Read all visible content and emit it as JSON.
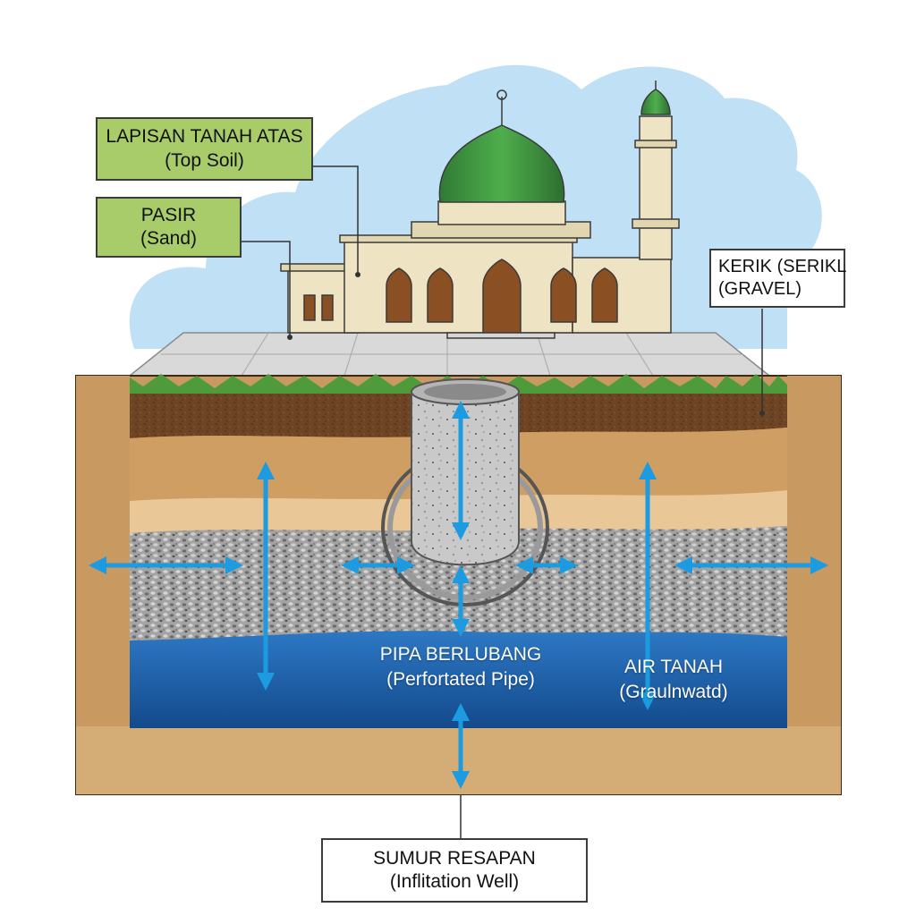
{
  "labels": {
    "top_soil": {
      "line1": "LAPISAN TANAH ATAS",
      "line2": "(Top Soil)"
    },
    "sand": {
      "line1": "PASIR",
      "line2": "(Sand)"
    },
    "gravel": {
      "line1": "KERIK (SERIKL",
      "line2": "(GRAVEL)"
    },
    "pipe": {
      "line1": "PIPA BERLUBANG",
      "line2": "(Perfortated Pipe)"
    },
    "groundwater": {
      "line1": "AIR TANAH",
      "line2": "(Graulnwatd)"
    },
    "well": {
      "line1": "SUMUR RESAPAN",
      "line2": "(Inflitation Well)"
    }
  },
  "colors": {
    "sky": "#bfe0f5",
    "grass": "#4f9a3a",
    "top_soil": "#6e4524",
    "sand": "#d9b07a",
    "gravel": "#9a9a9a",
    "groundwater": "#1f5ea8",
    "arrow": "#1c9be0",
    "dome": "#3e9440",
    "mosque_wall": "#eee4c4",
    "callout_green": "#a9cc6a"
  }
}
